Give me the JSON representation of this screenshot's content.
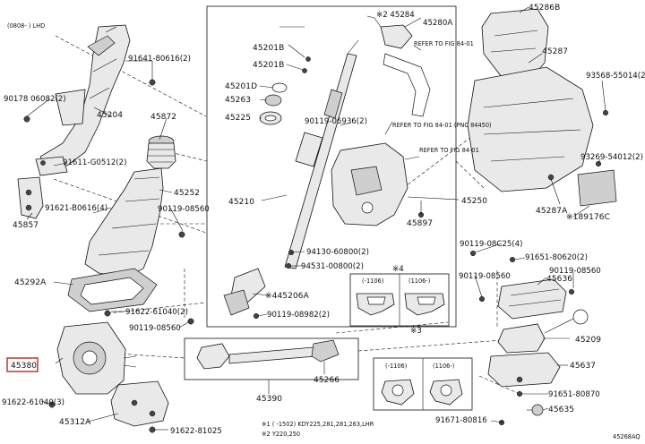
{
  "diagram": {
    "image_code": "45268AQ",
    "header_note": "(0808- ) LHD",
    "highlighted_label": "45380",
    "part_labels": [
      {
        "id": "45286B",
        "text": "45286B"
      },
      {
        "id": "45284",
        "text": "※2 45284"
      },
      {
        "id": "45280A",
        "text": "45280A"
      },
      {
        "id": "ref1",
        "text": "REFER TO FIG 84-01"
      },
      {
        "id": "45287",
        "text": "45287"
      },
      {
        "id": "93568",
        "text": "93568-55014(2)"
      },
      {
        "id": "91641",
        "text": "91641-80616(2)"
      },
      {
        "id": "45201B_1",
        "text": "45201B"
      },
      {
        "id": "45201B_2",
        "text": "45201B"
      },
      {
        "id": "90178",
        "text": "90178 06082(2)"
      },
      {
        "id": "45204",
        "text": "45204"
      },
      {
        "id": "45201D",
        "text": "45201D"
      },
      {
        "id": "45263",
        "text": "45263"
      },
      {
        "id": "45872",
        "text": "45872"
      },
      {
        "id": "45225",
        "text": "45225"
      },
      {
        "id": "90119_06936",
        "text": "90119-06936(2)"
      },
      {
        "id": "ref2",
        "text": "REFER TO FIG 84-01 (PNC 84450)"
      },
      {
        "id": "ref3",
        "text": "REFER TO FIG 84-01"
      },
      {
        "id": "93269",
        "text": "93269-54012(2)"
      },
      {
        "id": "91611",
        "text": "91611-G0512(2)"
      },
      {
        "id": "45252",
        "text": "45252"
      },
      {
        "id": "45210",
        "text": "45210"
      },
      {
        "id": "45250",
        "text": "45250"
      },
      {
        "id": "45287A",
        "text": "45287A"
      },
      {
        "id": "45857",
        "text": "45857"
      },
      {
        "id": "91621",
        "text": "91621-B0616(4)"
      },
      {
        "id": "90119_08560a",
        "text": "90119-08560"
      },
      {
        "id": "45897",
        "text": "45897"
      },
      {
        "id": "89176C",
        "text": "※189176C"
      },
      {
        "id": "90119_08C25",
        "text": "90119-08C25(4)"
      },
      {
        "id": "94130",
        "text": "94130-60800(2)"
      },
      {
        "id": "91651_80620",
        "text": "91651-80620(2)"
      },
      {
        "id": "94531",
        "text": "94531-00800(2)"
      },
      {
        "id": "note4",
        "text": "※4"
      },
      {
        "id": "90119_08560b",
        "text": "90119-08560"
      },
      {
        "id": "90119_08560c",
        "text": "90119-08560"
      },
      {
        "id": "45636",
        "text": "45636"
      },
      {
        "id": "45292A",
        "text": "45292A"
      },
      {
        "id": "45206A",
        "text": "※445206A"
      },
      {
        "id": "90119_08982",
        "text": "90119-08982(2)"
      },
      {
        "id": "91622_61040_2",
        "text": "91622-61040(2)"
      },
      {
        "id": "note3",
        "text": "※3"
      },
      {
        "id": "90119_08560d",
        "text": "90119-08560"
      },
      {
        "id": "45209",
        "text": "45209"
      },
      {
        "id": "45380",
        "text": "45380"
      },
      {
        "id": "45637",
        "text": "45637"
      },
      {
        "id": "45266",
        "text": "45266"
      },
      {
        "id": "91651_80870",
        "text": "91651-80870"
      },
      {
        "id": "91622_61040_3",
        "text": "91622-61040(3)"
      },
      {
        "id": "45390",
        "text": "45390"
      },
      {
        "id": "45635",
        "text": "45635"
      },
      {
        "id": "91671",
        "text": "91671-80816"
      },
      {
        "id": "45312A",
        "text": "45312A"
      },
      {
        "id": "91622_81025",
        "text": "91622-81025"
      }
    ],
    "inset_top": {
      "label": "※4",
      "col1": "(-1106)",
      "col2": "(1106-)"
    },
    "inset_bottom": {
      "label": "※3",
      "col1": "(-1106)",
      "col2": "(1106-)"
    },
    "footnotes": [
      "※1 ( -1502) KDY225,281,281,263,LHR",
      "※2 Y220,250"
    ]
  }
}
